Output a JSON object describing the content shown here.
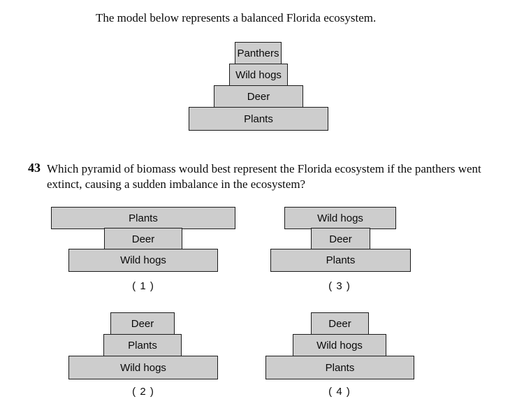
{
  "page": {
    "intro": "The model below represents a balanced Florida ecosystem."
  },
  "model": {
    "description": "balanced ecosystem biomass pyramid, top to bottom",
    "levels": [
      {
        "label": "Panthers"
      },
      {
        "label": "Wild hogs"
      },
      {
        "label": "Deer"
      },
      {
        "label": "Plants"
      }
    ]
  },
  "question": {
    "number": "43",
    "text": "Which pyramid of biomass would best represent the Florida ecosystem if the panthers went extinct, causing a sudden imbalance in the ecosystem?"
  },
  "options": [
    {
      "label": "( 1 )",
      "levels": [
        "Plants",
        "Deer",
        "Wild hogs"
      ]
    },
    {
      "label": "( 3 )",
      "levels": [
        "Wild hogs",
        "Deer",
        "Plants"
      ]
    },
    {
      "label": "( 2 )",
      "levels": [
        "Deer",
        "Plants",
        "Wild hogs"
      ]
    },
    {
      "label": "( 4 )",
      "levels": [
        "Deer",
        "Wild hogs",
        "Plants"
      ]
    }
  ],
  "colors": {
    "box_fill": "#cdcdcd",
    "box_border": "#1c1c1c",
    "text": "#0b0b0b"
  }
}
